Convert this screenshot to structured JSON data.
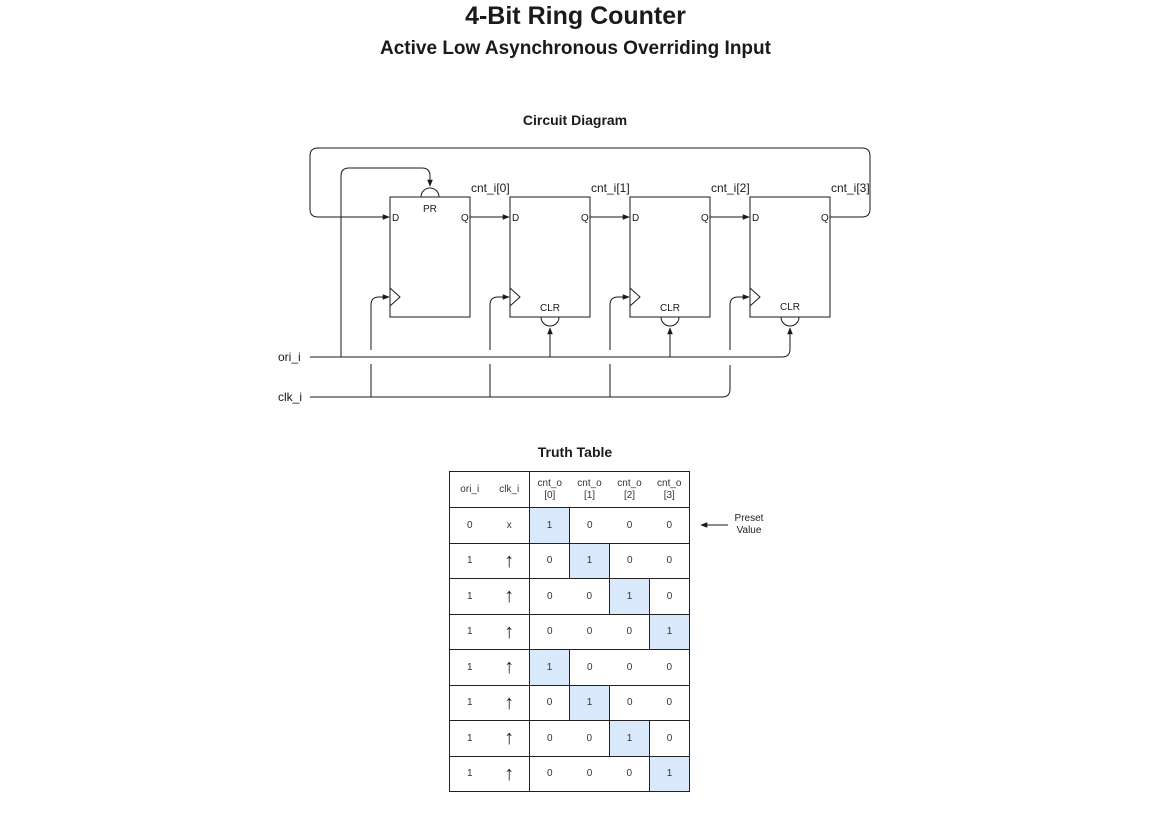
{
  "header": {
    "title": "4-Bit Ring Counter",
    "subtitle": "Active Low Asynchronous Overriding Input"
  },
  "circuit": {
    "section_title": "Circuit Diagram",
    "input_ori": "ori_i",
    "input_clk": "clk_i",
    "pin_d": "D",
    "pin_q": "Q",
    "pin_pr": "PR",
    "pin_clr": "CLR",
    "nets": [
      "cnt_i[0]",
      "cnt_i[1]",
      "cnt_i[2]",
      "cnt_i[3]"
    ]
  },
  "truth_table": {
    "section_title": "Truth Table",
    "headers": {
      "ori": "ori_i",
      "clk": "clk_i",
      "outputs": [
        {
          "line1": "cnt_o",
          "line2": "[0]"
        },
        {
          "line1": "cnt_o",
          "line2": "[1]"
        },
        {
          "line1": "cnt_o",
          "line2": "[2]"
        },
        {
          "line1": "cnt_o",
          "line2": "[3]"
        }
      ]
    },
    "rows": [
      {
        "ori": "0",
        "clk": "x",
        "out": [
          "1",
          "0",
          "0",
          "0"
        ],
        "hot": 0
      },
      {
        "ori": "1",
        "clk": "↑",
        "out": [
          "0",
          "1",
          "0",
          "0"
        ],
        "hot": 1
      },
      {
        "ori": "1",
        "clk": "↑",
        "out": [
          "0",
          "0",
          "1",
          "0"
        ],
        "hot": 2
      },
      {
        "ori": "1",
        "clk": "↑",
        "out": [
          "0",
          "0",
          "0",
          "1"
        ],
        "hot": 3
      },
      {
        "ori": "1",
        "clk": "↑",
        "out": [
          "1",
          "0",
          "0",
          "0"
        ],
        "hot": 0
      },
      {
        "ori": "1",
        "clk": "↑",
        "out": [
          "0",
          "1",
          "0",
          "0"
        ],
        "hot": 1
      },
      {
        "ori": "1",
        "clk": "↑",
        "out": [
          "0",
          "0",
          "1",
          "0"
        ],
        "hot": 2
      },
      {
        "ori": "1",
        "clk": "↑",
        "out": [
          "0",
          "0",
          "0",
          "1"
        ],
        "hot": 3
      }
    ],
    "preset_note_line1": "Preset",
    "preset_note_line2": "Value"
  },
  "colors": {
    "highlight": "#dae8fc",
    "line": "#1a1a1a"
  }
}
